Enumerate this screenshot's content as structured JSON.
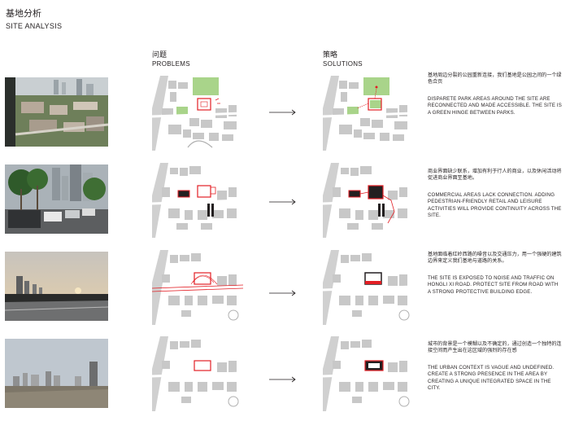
{
  "header": {
    "title_cn": "基地分析",
    "title_en": "SITE ANALYSIS"
  },
  "columns": {
    "problems_cn": "问题",
    "problems_en": "PROBLEMS",
    "solutions_cn": "策略",
    "solutions_en": "SOLUTIONS"
  },
  "rows": [
    {
      "photo": "aerial-city-view",
      "text_cn": "基地周边分裂的公园重新连接，我们基地是公园之间的一个绿色合页",
      "text_en": "DISPARETE PARK AREAS AROUND THE SITE ARE RECONNECTED AND MADE ACCESSIBLE.  THE SITE IS A GREEN HINGE BETWEEN PARKS."
    },
    {
      "photo": "street-with-palms",
      "text_cn": "商业界面缺少联系，增加有利于行人的商业，以及休闲活动将促进商业界面至基地。",
      "text_en": "COMMERCIAL AREAS LACK CONNECTION.  ADDING PEDESTRIAN-FRIENDLY RETAIL AND LEISURE ACTIVITIES WILL PROVIDE CONTINUITY ACROSS THE SITE."
    },
    {
      "photo": "road-at-dusk",
      "text_cn": "基地面临着红岭西路的噪音以及交通压力，用一个强硬的建筑边界来定义我们基地与道路的关系。",
      "text_en": "THE SITE IS EXPOSED TO NOISE AND TRAFFIC ON HONGLI XI ROAD.  PROTECT SITE FROM ROAD WITH A STRONG PROTECTIVE BUILDING EDGE."
    },
    {
      "photo": "city-skyline",
      "text_cn": "城市的背景是一个模糊以及不确定的，通过创造一个独特的连接空间而产生出在这区域的强烈的存在感",
      "text_en": "THE URBAN CONTEXT IS VAGUE AND UNDEFINED.\nCREATE A STRONG PRESENCE IN THE AREA BY CREATING A UNIQUE INTEGRATED SPACE IN THE CITY."
    }
  ],
  "colors": {
    "highlight": "#e31e24",
    "park": "#a9d48a",
    "block": "#c8c8c8",
    "ink": "#231f20"
  }
}
